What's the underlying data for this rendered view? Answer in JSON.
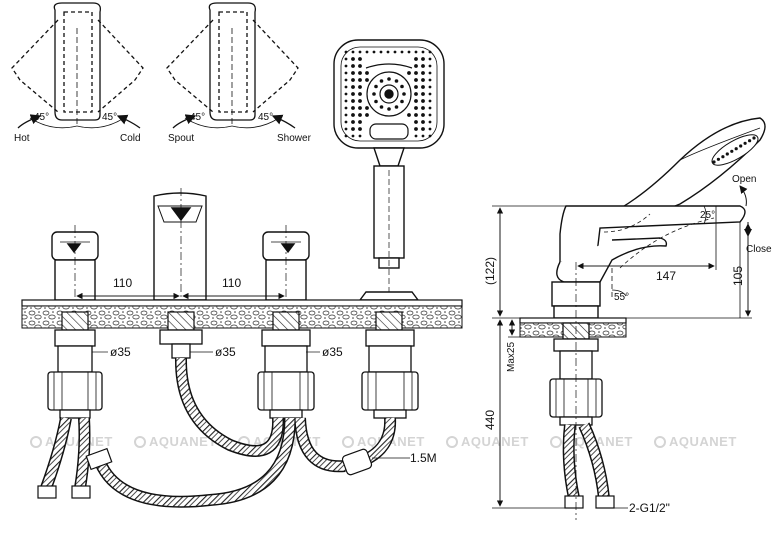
{
  "handles": {
    "left": {
      "angle_left": "45°",
      "angle_right": "45°",
      "label_left": "Hot",
      "label_right": "Cold"
    },
    "right": {
      "angle_left": "45°",
      "angle_right": "45°",
      "label_left": "Spout",
      "label_right": "Shower"
    }
  },
  "front": {
    "spacing_1": "110",
    "spacing_2": "110",
    "dia_1": "ø35",
    "dia_2": "ø35",
    "dia_3": "ø35",
    "hose_length": "1.5M"
  },
  "side": {
    "open": "Open",
    "close": "Close",
    "angle_top": "25°",
    "angle_bottom": "55°",
    "reach": "147",
    "height_105": "105",
    "height_122": "(122)",
    "max_deck": "Max25",
    "hose_440": "440",
    "thread": "2-G1/2\""
  },
  "watermark": "AQUANET"
}
